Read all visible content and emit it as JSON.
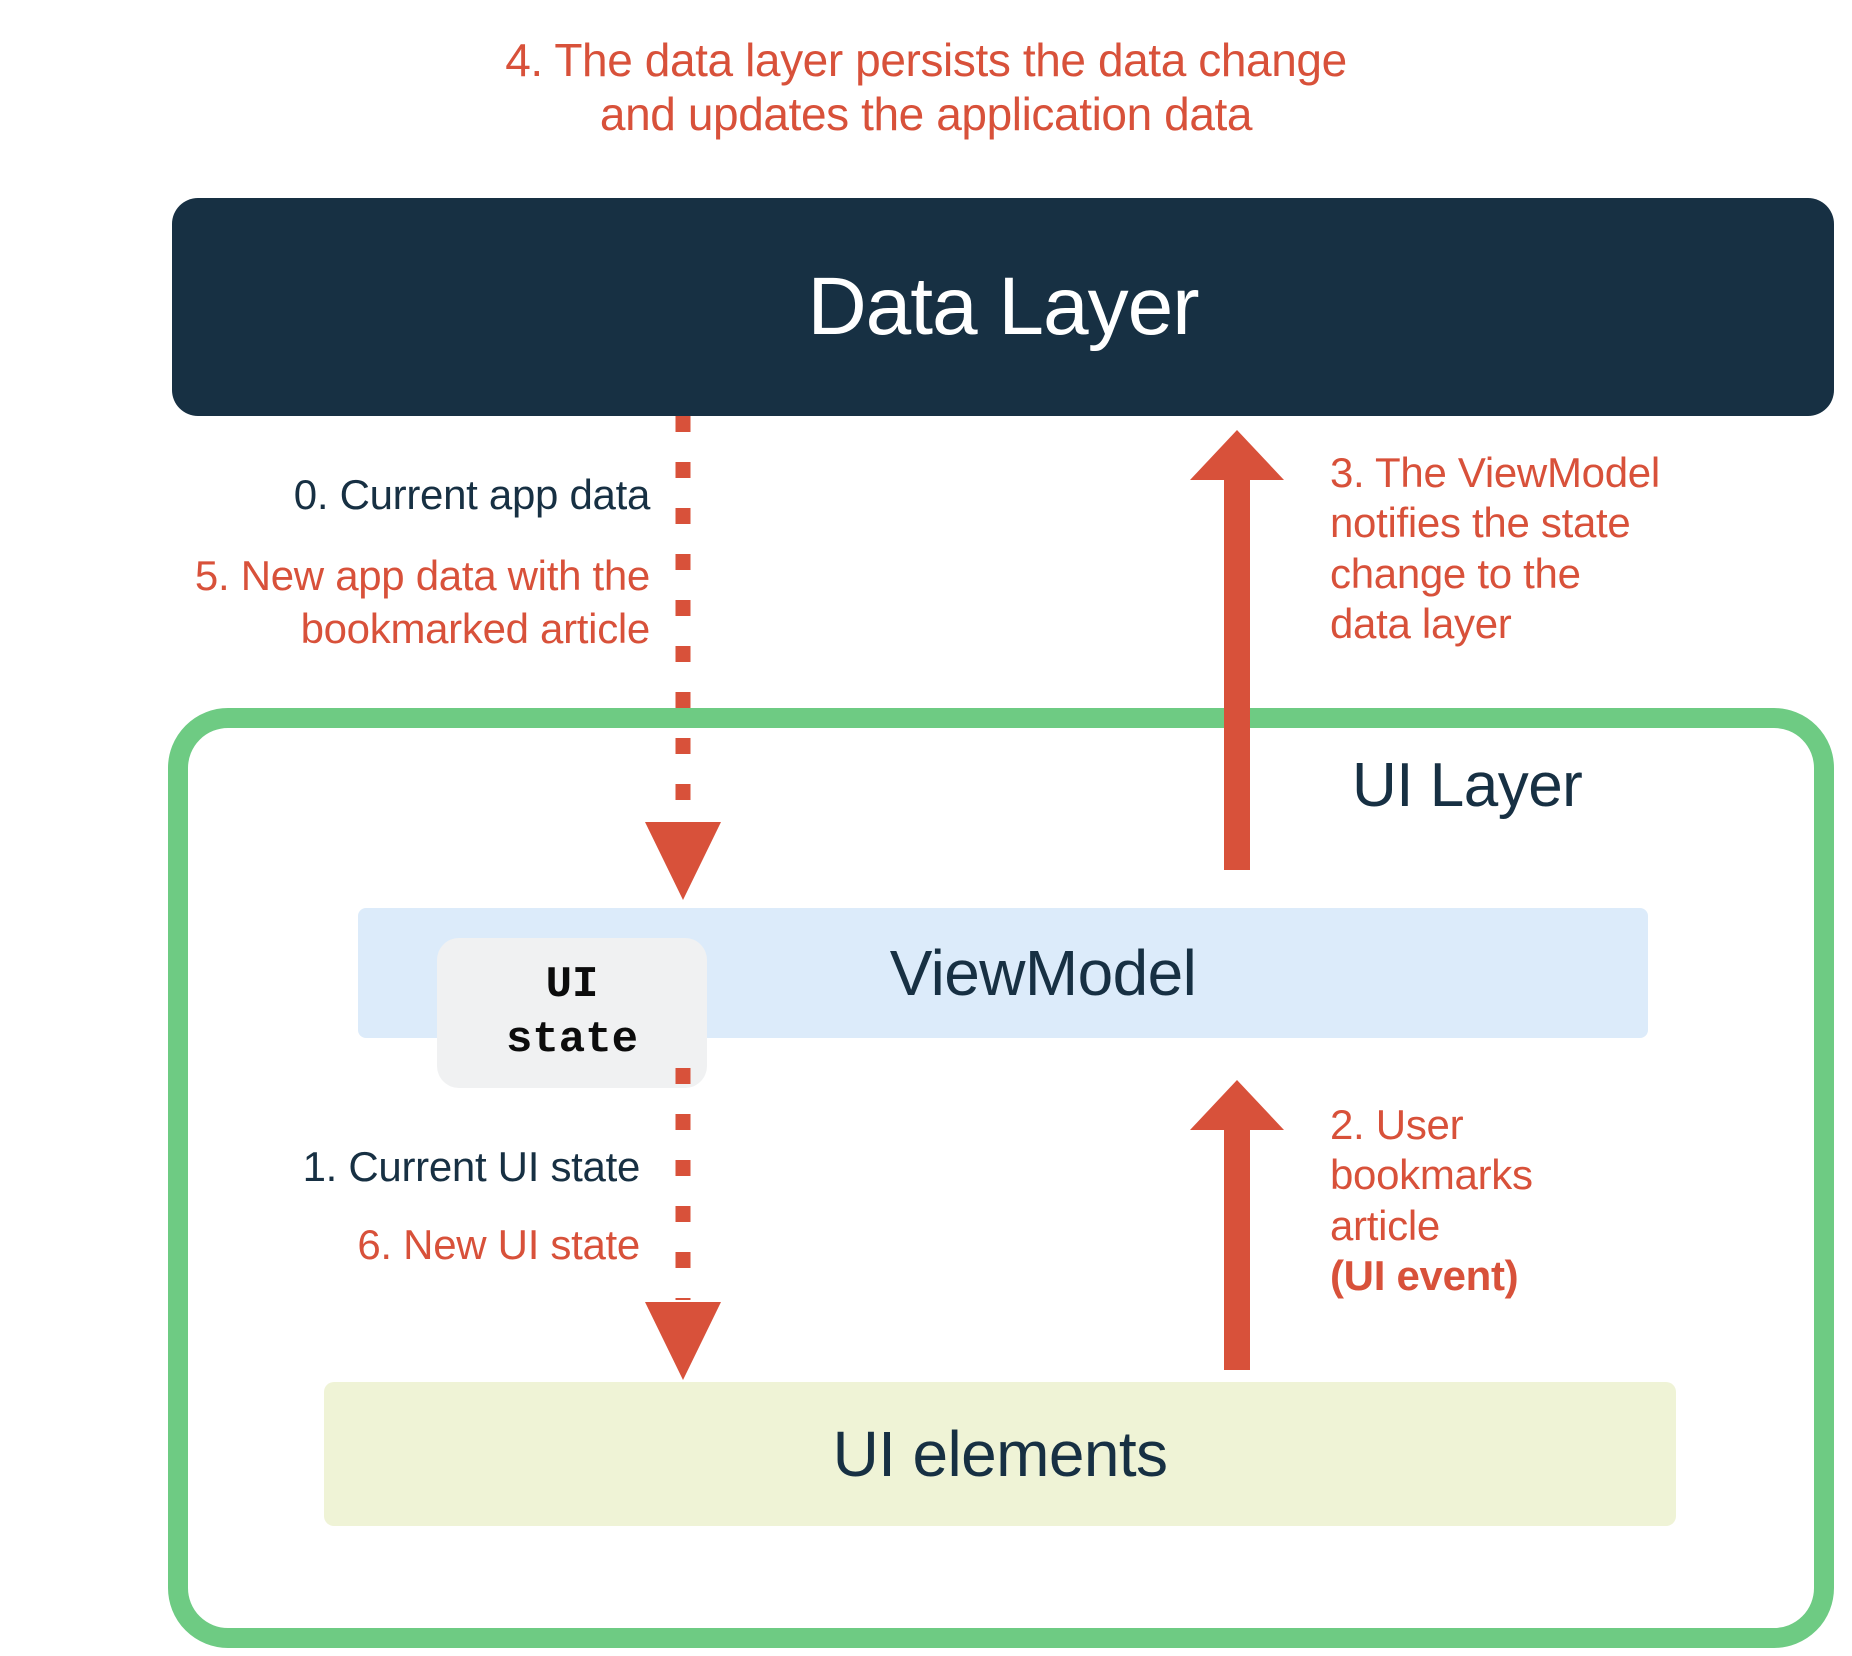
{
  "diagram": {
    "title": "Unidirectional data flow between UI layer and data layer",
    "accent_red": "#d8513a",
    "navy": "#173043",
    "green": "#6ecb83",
    "light_blue": "#dcebfa",
    "pale_yellow": "#eff3d6",
    "chip_gray": "#f0f1f2"
  },
  "captions": {
    "step4": "4. The data layer persists the data change\nand updates the application data",
    "step0": "0. Current app data",
    "step5": "5. New app data with the\nbookmarked article",
    "step3": "3. The ViewModel\nnotifies the state\nchange to the\ndata layer",
    "step1": "1. Current UI state",
    "step6": "6. New UI state",
    "step2_lines": "2. User\nbookmarks\narticle\n",
    "step2_bold": "(UI event)"
  },
  "boxes": {
    "data_layer": "Data Layer",
    "ui_layer": "UI Layer",
    "viewmodel": "ViewModel",
    "ui_elements": "UI elements",
    "ui_state_line1": "UI",
    "ui_state_line2": "state"
  }
}
